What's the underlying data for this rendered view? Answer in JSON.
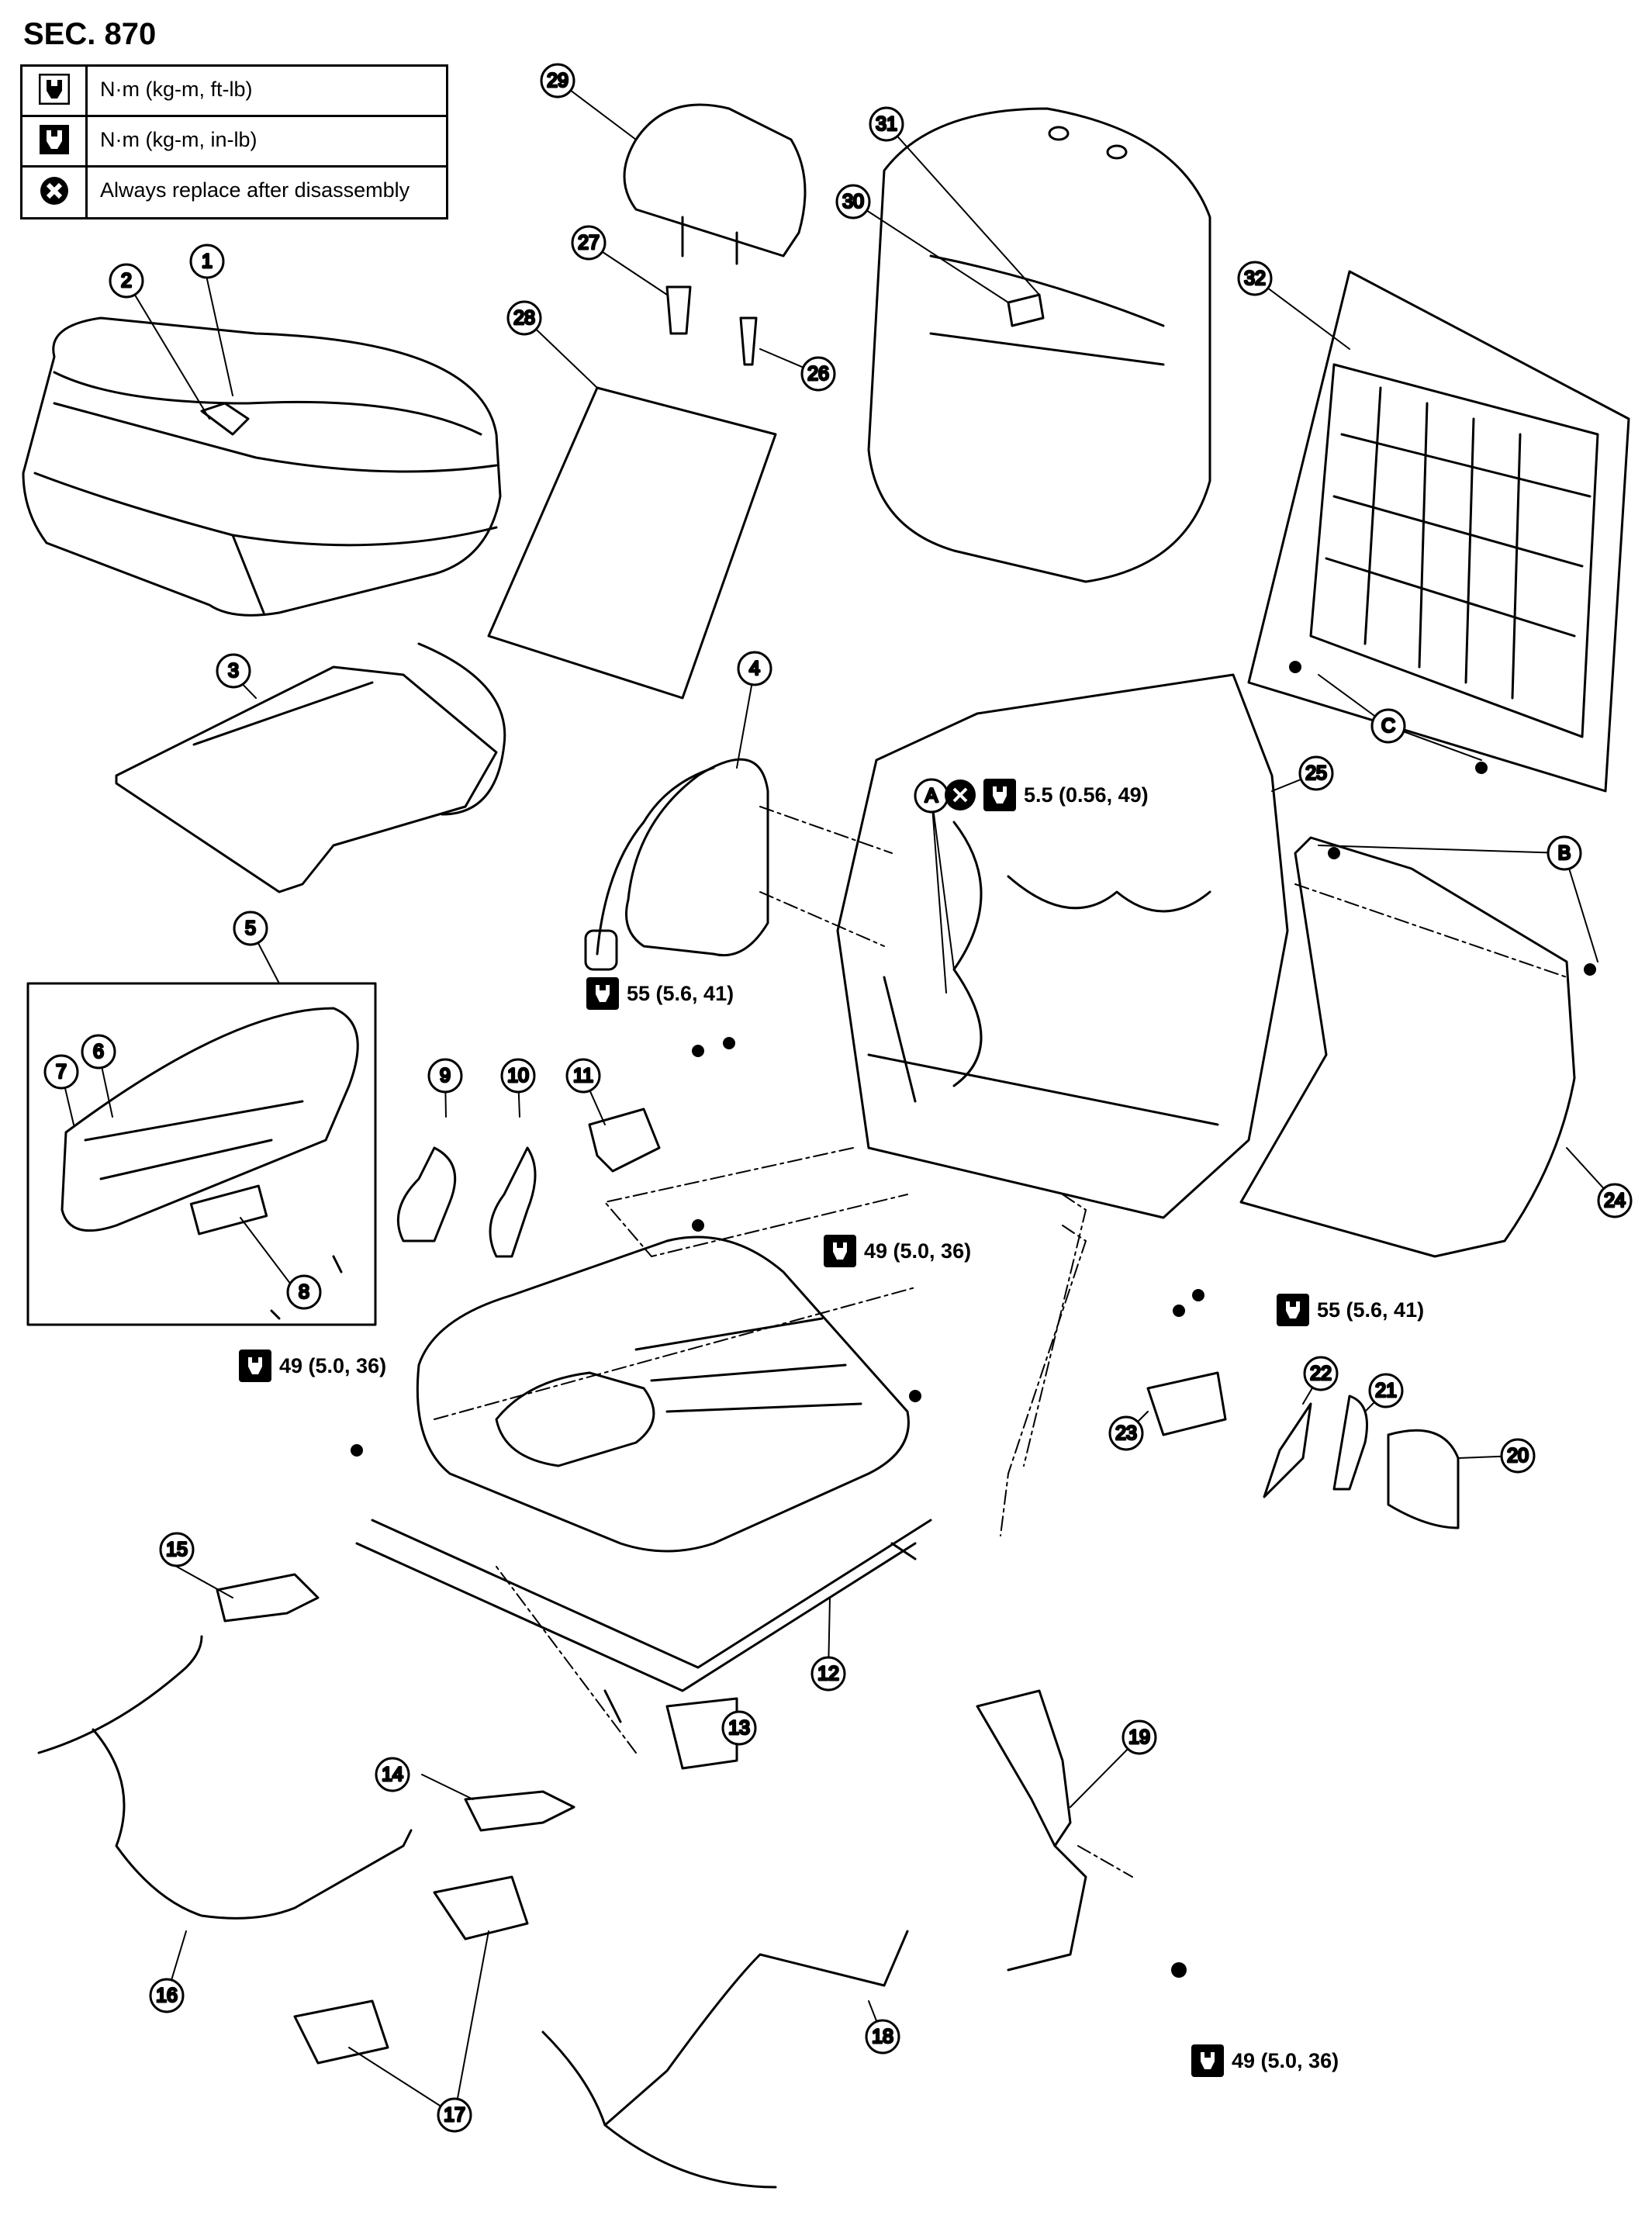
{
  "section": "SEC. 870",
  "legend": [
    {
      "icon": "torque-wrench-icon",
      "text": "N·m (kg-m, ft-lb)"
    },
    {
      "icon": "torque-wrench-small-icon",
      "text": "N·m (kg-m, in-lb)"
    },
    {
      "icon": "replace-cross-icon",
      "text": "Always replace after disassembly"
    }
  ],
  "parts": [
    "1",
    "2",
    "3",
    "4",
    "5",
    "6",
    "7",
    "8",
    "9",
    "10",
    "11",
    "12",
    "13",
    "14",
    "15",
    "16",
    "17",
    "18",
    "19",
    "20",
    "21",
    "22",
    "23",
    "24",
    "25",
    "26",
    "27",
    "28",
    "29",
    "30",
    "31",
    "32"
  ],
  "refs": [
    "A",
    "B",
    "C"
  ],
  "torques": {
    "t_a": "5.5 (0.56, 49)",
    "t_55_left": "55 (5.6, 41)",
    "t_49_center": "49 (5.0, 36)",
    "t_55_right": "55 (5.6, 41)",
    "t_49_left": "49 (5.0, 36)",
    "t_49_bottom": "49 (5.0, 36)"
  }
}
